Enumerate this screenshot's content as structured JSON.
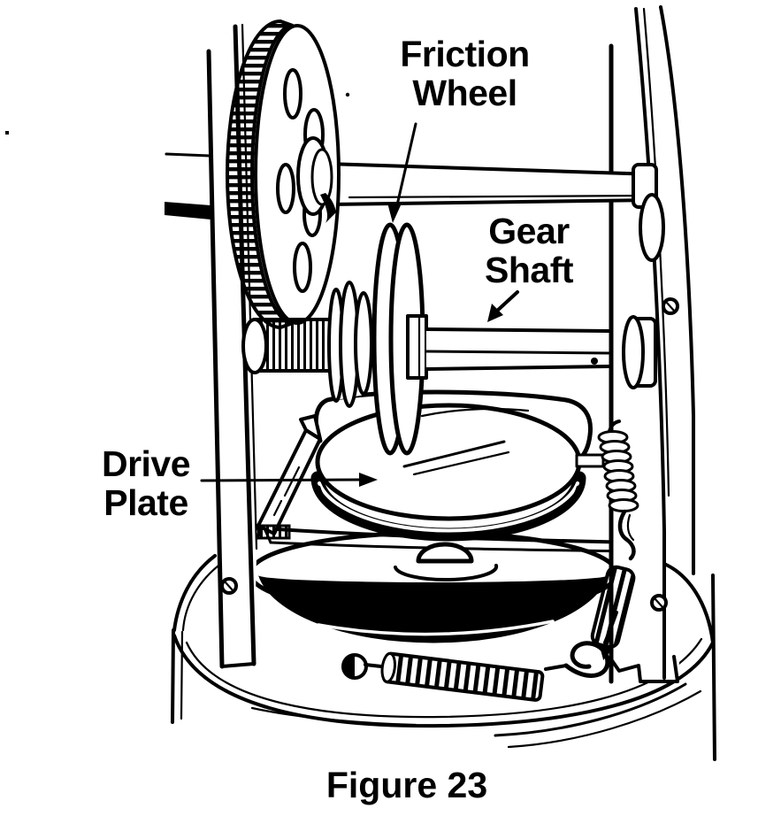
{
  "figure": {
    "caption": "Figure 23"
  },
  "labels": {
    "friction_wheel": "Friction\nWheel",
    "gear_shaft": "Gear\nShaft",
    "drive_plate": "Drive\nPlate"
  },
  "colors": {
    "ink": "#000000",
    "paper": "#ffffff"
  }
}
